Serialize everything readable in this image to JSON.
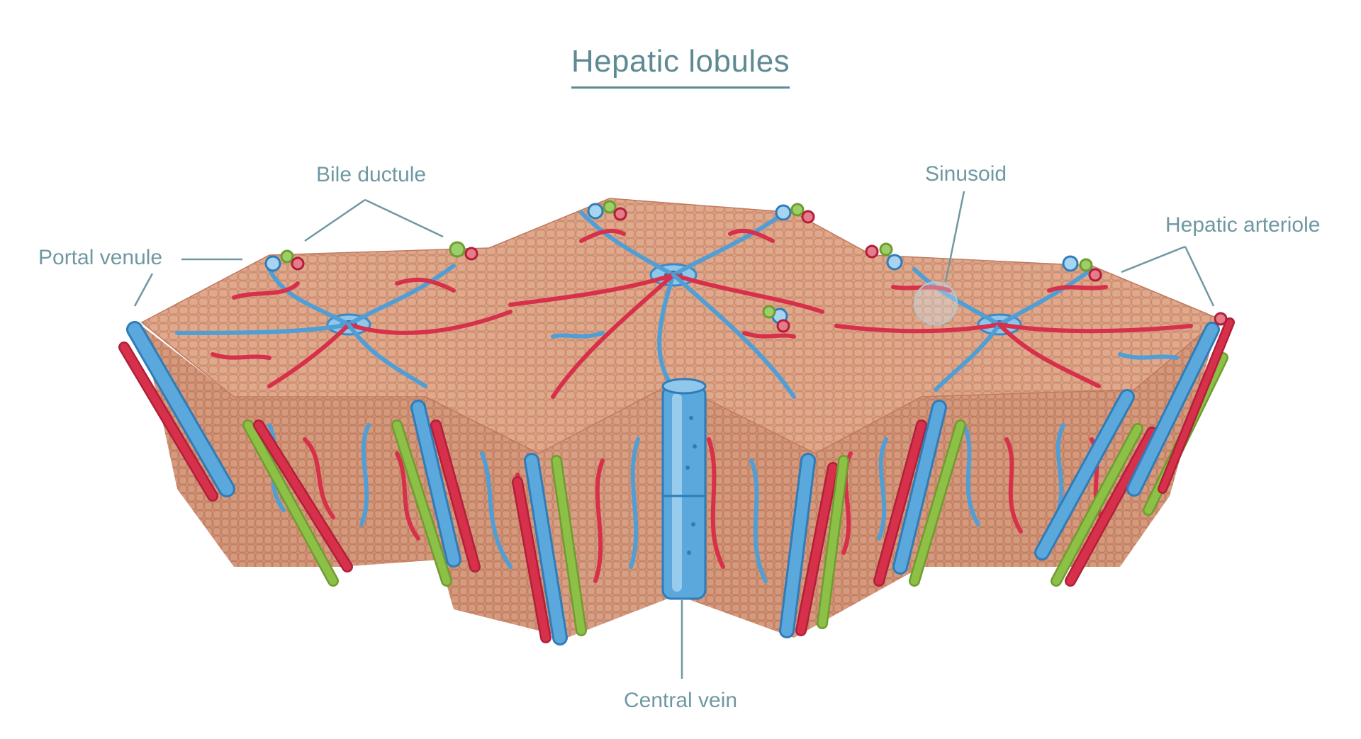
{
  "title": "Hepatic lobules",
  "labels": {
    "bile_ductule": "Bile ductule",
    "portal_venule": "Portal venule",
    "sinusoid": "Sinusoid",
    "hepatic_arteriole": "Hepatic arteriole",
    "central_vein": "Central vein"
  },
  "colors": {
    "label_text": "#6f98a2",
    "title_text": "#5e8a93",
    "tissue": "#d99a7c",
    "tissue_dark": "#c47f63",
    "vein_blue": "#4f9fd6",
    "artery_red": "#d7304a",
    "bile_green": "#8cc046"
  }
}
